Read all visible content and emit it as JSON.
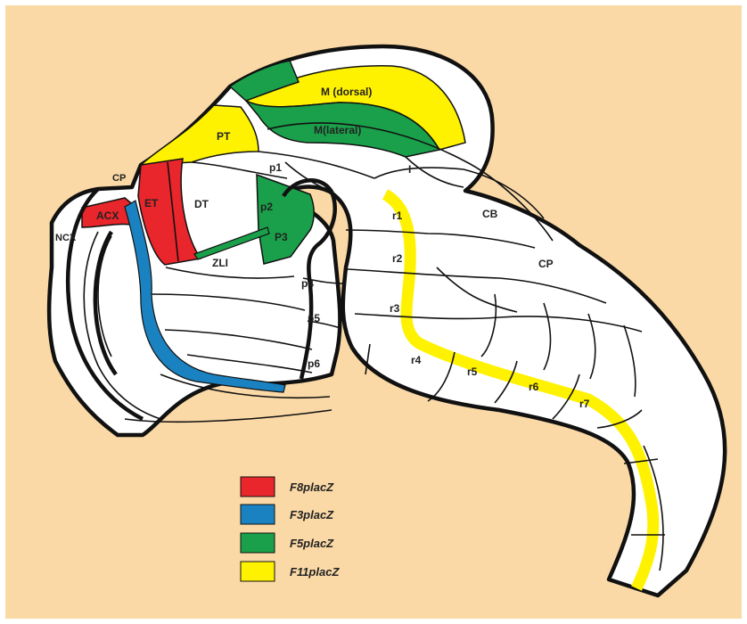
{
  "colors": {
    "background": "#fad9a6",
    "F8placZ": "#e8262b",
    "F3placZ": "#1b82c1",
    "F5placZ": "#1aa04a",
    "F11placZ": "#fff200",
    "outline": "#111111"
  },
  "regions": {
    "m_dorsal": "M (dorsal)",
    "m_lateral": "M(lateral)",
    "pt": "PT",
    "p1": "p1",
    "i": "I",
    "cp_top": "CP",
    "et": "ET",
    "dt": "DT",
    "p2": "p2",
    "p3": "P3",
    "acx": "ACX",
    "ncx": "NCX",
    "zli": "ZLI",
    "r1": "r1",
    "cb": "CB",
    "r2": "r2",
    "cp_right": "CP",
    "p4": "p4",
    "r3": "r3",
    "p5": "p5",
    "p6": "p6",
    "r4": "r4",
    "r5": "r5",
    "r6": "r6",
    "r7": "r7"
  },
  "legend": [
    {
      "label": "F8placZ",
      "color": "#e8262b"
    },
    {
      "label": "F3placZ",
      "color": "#1b82c1"
    },
    {
      "label": "F5placZ",
      "color": "#1aa04a"
    },
    {
      "label": "F11placZ",
      "color": "#fff200"
    }
  ]
}
